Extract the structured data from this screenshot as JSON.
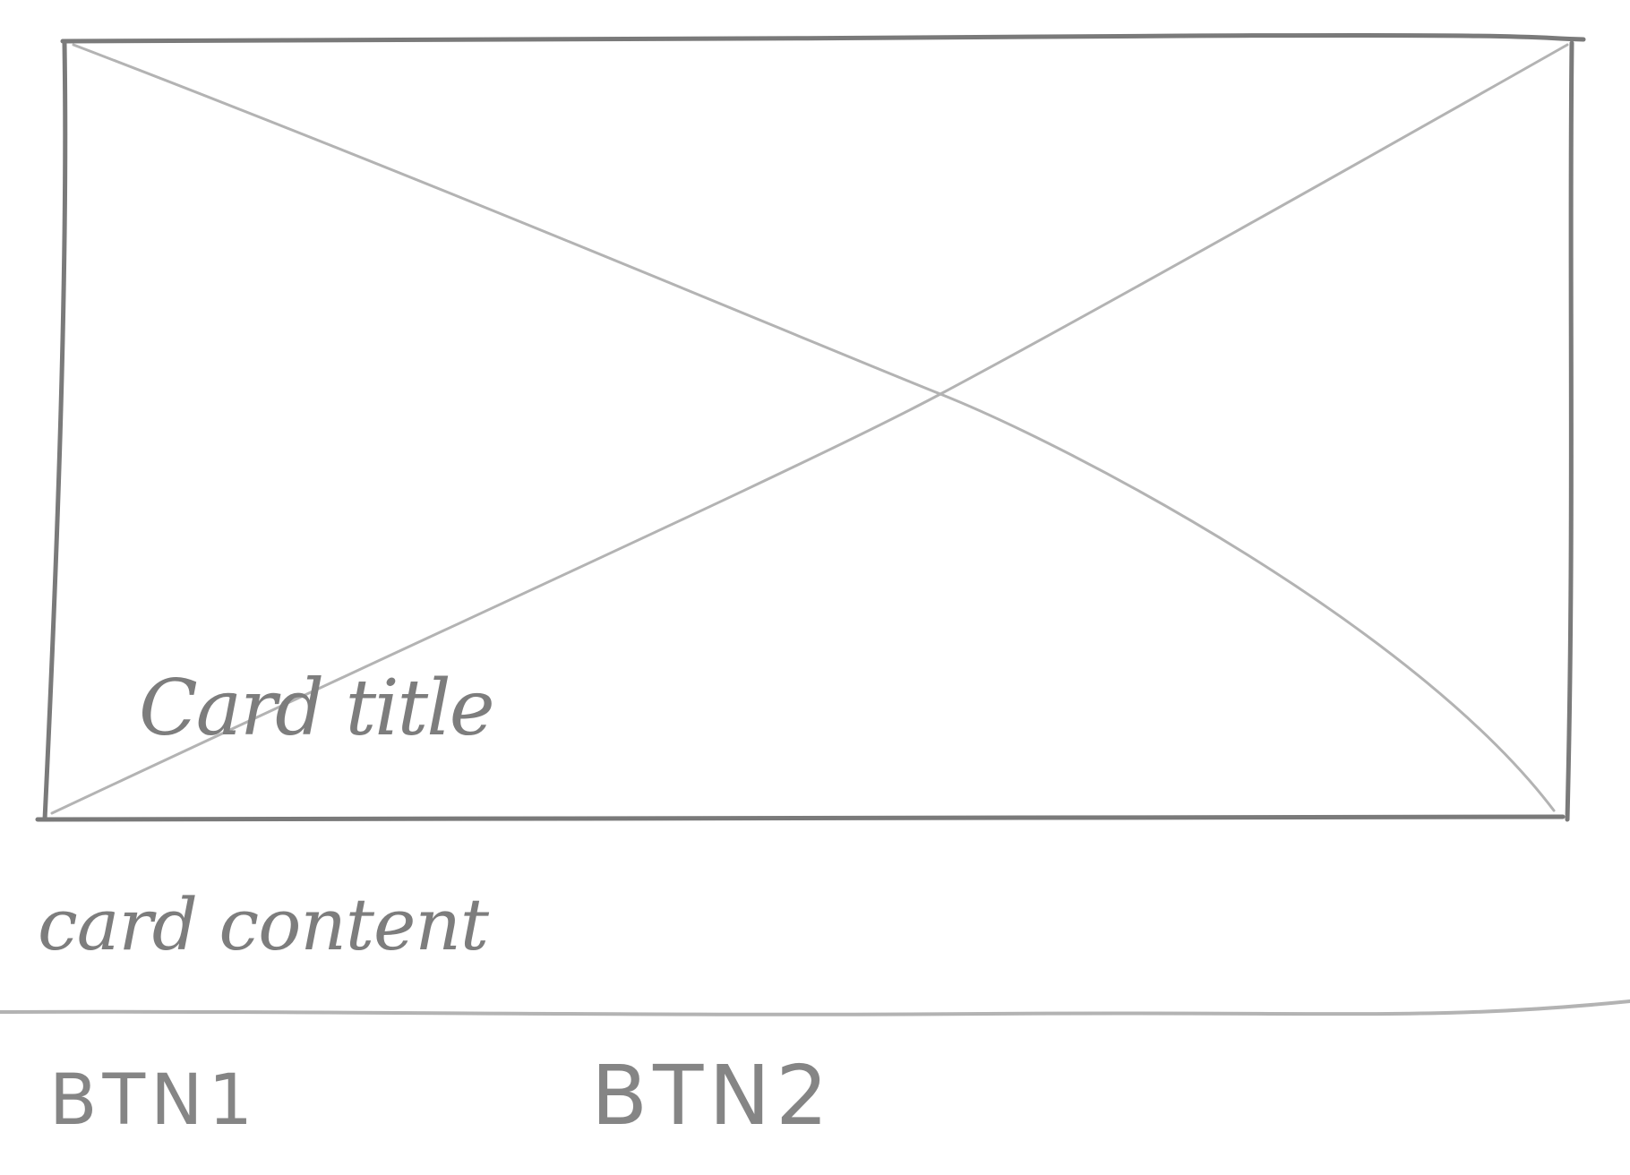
{
  "card": {
    "image_placeholder": "image-placeholder",
    "title": "Card title",
    "content": "card content"
  },
  "actions": {
    "button_1": "BTN1",
    "button_2": "BTN2"
  },
  "colors": {
    "pencil": "#8c8c8c",
    "paper": "#ffffff"
  }
}
